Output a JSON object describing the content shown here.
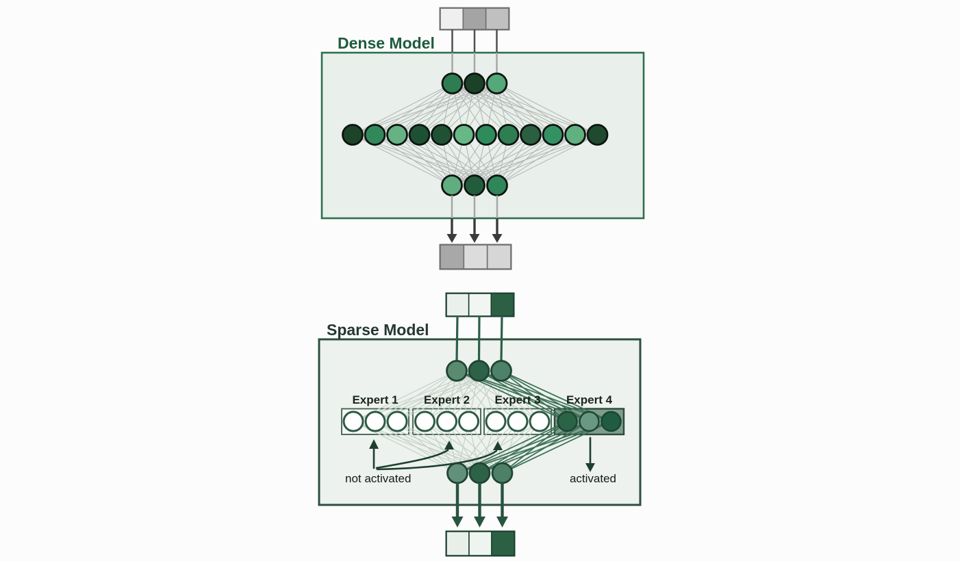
{
  "page": {
    "background": "#fcfcfc"
  },
  "dense": {
    "title": "Dense Model",
    "colors": {
      "title": "#1f5c3e",
      "panel_fill": "#e9f0eb",
      "panel_stroke": "#2e6e4e",
      "strip_border": "#6f6f6f",
      "node_stroke": "#0e130f",
      "edge": "#b4b8b4",
      "wire_outer": "#4f4f4f",
      "wire_inner": "#a3a8a4",
      "arrow": "#3a3a3a"
    },
    "input_cells": [
      "#efefef",
      "#a4a4a4",
      "#c0c0c0"
    ],
    "output_cells": [
      "#a8a8a8",
      "#dcdcdc",
      "#d6d6d6"
    ],
    "top_nodes": [
      "#2e7d52",
      "#1b4229",
      "#55a878"
    ],
    "hidden_nodes": [
      "#1d4328",
      "#31885b",
      "#66b285",
      "#1d5134",
      "#1f5234",
      "#66b887",
      "#2e8c5c",
      "#2f7d53",
      "#2a5f41",
      "#349164",
      "#60b080",
      "#1f4a30"
    ],
    "bottom_nodes": [
      "#60ad7f",
      "#235c3c",
      "#2e8659"
    ]
  },
  "sparse": {
    "title": "Sparse Model",
    "labels": {
      "not_activated": "not activated",
      "activated": "activated"
    },
    "colors": {
      "title": "#263830",
      "panel_fill": "#edf2ee",
      "panel_stroke": "#2d4f3e",
      "strip_border": "#1d4231",
      "node_stroke": "#1f4532",
      "edge_inactive": "#c5d1c9",
      "edge_active": "#3f7258",
      "wire": "#2c5f47",
      "arrow": "#27553f",
      "annotation": "#1d3f2e",
      "annotation_text": "#151a16",
      "expert_label": "#19241c",
      "inactive_box_fill": "#f4f7f4",
      "inactive_box_stroke": "#3f5e4c",
      "inactive_circle_fill": "#ffffff",
      "inactive_circle_stroke": "#2d5a45",
      "active_box_fill": "#7e9d8b",
      "active_box_stroke": "#2b4a3a",
      "active_circle_stroke": "#1d4533"
    },
    "input_cells": [
      "#eaf1ec",
      "#f1f6f2",
      "#2c6045"
    ],
    "output_cells": [
      "#e8efe9",
      "#eef4ef",
      "#2c6045"
    ],
    "top_nodes": [
      "#5a8a70",
      "#2d6247",
      "#4d8268"
    ],
    "bottom_nodes": [
      "#62907a",
      "#2d6247",
      "#4e8066"
    ],
    "experts": [
      {
        "label": "Expert 1",
        "activated": false
      },
      {
        "label": "Expert 2",
        "activated": false
      },
      {
        "label": "Expert 3",
        "activated": false
      },
      {
        "label": "Expert 4",
        "activated": true,
        "circles": [
          "#2b6347",
          "#6a9881",
          "#1f5c40"
        ]
      }
    ]
  }
}
